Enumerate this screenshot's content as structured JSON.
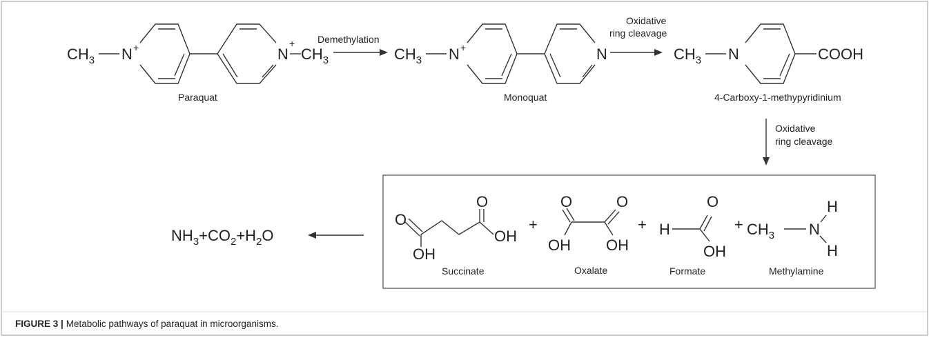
{
  "figure": {
    "caption_label": "FIGURE 3 |",
    "caption_text": "Metabolic pathways of paraquat in microorganisms.",
    "frame_color": "#bbbbbb",
    "box_color": "#666666"
  },
  "molecules": {
    "paraquat": {
      "name": "Paraquat",
      "left_methyl": "CH",
      "left_methyl_sub": "3",
      "right_methyl": "CH",
      "right_methyl_sub": "3",
      "n_left": "N",
      "n_left_charge": "+",
      "n_right": "N",
      "n_right_charge": "+"
    },
    "monoquat": {
      "name": "Monoquat",
      "methyl": "CH",
      "methyl_sub": "3",
      "n_left": "N",
      "n_left_charge": "+",
      "n_right": "N"
    },
    "carboxy": {
      "name": "4-Carboxy-1-methypyridinium",
      "methyl": "CH",
      "methyl_sub": "3",
      "n": "N",
      "cooh": "COOH"
    },
    "succinate": {
      "name": "Succinate",
      "o1": "O",
      "o2": "O",
      "oh1": "OH",
      "oh2": "OH"
    },
    "oxalate": {
      "name": "Oxalate",
      "o1": "O",
      "o2": "O",
      "oh1": "OH",
      "oh2": "OH"
    },
    "formate": {
      "name": "Formate",
      "h": "H",
      "o": "O",
      "oh": "OH"
    },
    "methylamine": {
      "name": "Methylamine",
      "methyl": "CH",
      "methyl_sub": "3",
      "n": "N",
      "h1": "H",
      "h2": "H"
    },
    "products": {
      "nh": "NH",
      "nh_sub": "3",
      "plus1": "+CO",
      "co_sub": "2",
      "plus2": "+H",
      "h_sub": "2",
      "o": "O"
    }
  },
  "reactions": {
    "demethylation": "Demethylation",
    "oxidative_1_line1": "Oxidative",
    "oxidative_1_line2": "ring cleavage",
    "oxidative_2_line1": "Oxidative",
    "oxidative_2_line2": "ring cleavage",
    "plus": "+"
  }
}
